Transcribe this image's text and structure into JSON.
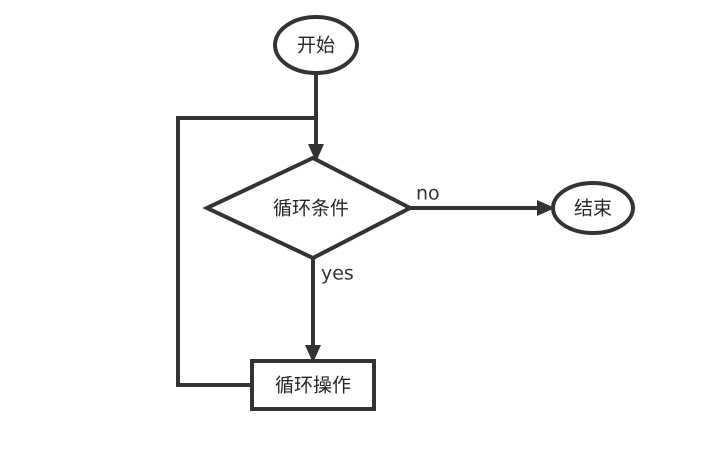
{
  "diagram": {
    "title": "",
    "type": "flowchart",
    "background_color": "#ffffff",
    "stroke_color": "#333333",
    "text_color": "#262626",
    "nodes": [
      {
        "id": "start",
        "shape": "ellipse",
        "label": "开始",
        "icon": "terminator-start-icon"
      },
      {
        "id": "condition",
        "shape": "diamond",
        "label": "循环条件",
        "icon": "decision-diamond-icon"
      },
      {
        "id": "operation",
        "shape": "rectangle",
        "label": "循环操作",
        "icon": "process-box-icon"
      },
      {
        "id": "end",
        "shape": "ellipse",
        "label": "结束",
        "icon": "terminator-end-icon"
      }
    ],
    "edges": [
      {
        "id": "start-to-condition",
        "from": "start",
        "to": "condition",
        "label": ""
      },
      {
        "id": "condition-to-end",
        "from": "condition",
        "to": "end",
        "label": "no"
      },
      {
        "id": "condition-to-operation",
        "from": "condition",
        "to": "operation",
        "label": "yes"
      },
      {
        "id": "operation-to-condition",
        "from": "operation",
        "to": "condition",
        "label": ""
      }
    ]
  }
}
